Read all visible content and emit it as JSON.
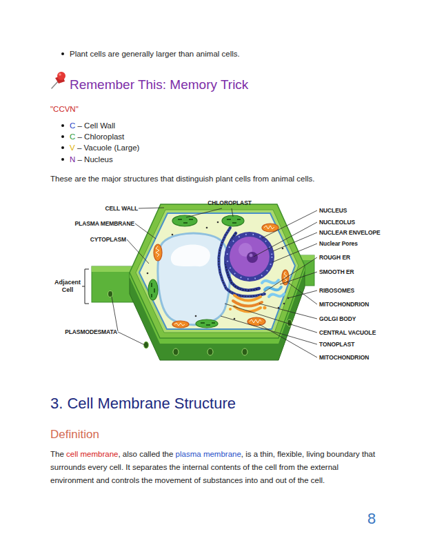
{
  "diagram": {
    "labels": [
      "Plant cells are generally larger than animal cells.",
      "Remember This: Memory Trick",
      "\"CCVN\"",
      "C",
      "– Cell Wall",
      "C",
      "– Chloroplast",
      "V",
      "– Vacuole (Large)",
      "N",
      "– Nucleus",
      "These are the major structures that distinguish plant cells from animal cells.",
      "CELL WALL",
      "PLASMA MEMBRANE",
      "CYTOPLASM",
      "CHLOROPLAST",
      "NUCLEUS",
      "NUCLEOLUS",
      "NUCLEAR ENVELOPE",
      "Nuclear Pores",
      "ROUGH ER",
      "SMOOTH ER",
      "Adjacent Cell",
      "RIBOSOMES",
      "MITOCHONDRION",
      "GOLGI BODY",
      "CENTRAL VACUOLE",
      "TONOPLAST",
      "MITOCHONDRION",
      "PLASMODESMATA",
      "3. Cell Membrane Structure",
      "Definition",
      "The",
      "cell membrane",
      ", also called the",
      "plasma membrane",
      ", is a thin, flexible, living boundary that surrounds every cell. It separates the internal contents of the cell from the external environment and controls the movement of substances into and out of the cell.",
      "8"
    ]
  }
}
